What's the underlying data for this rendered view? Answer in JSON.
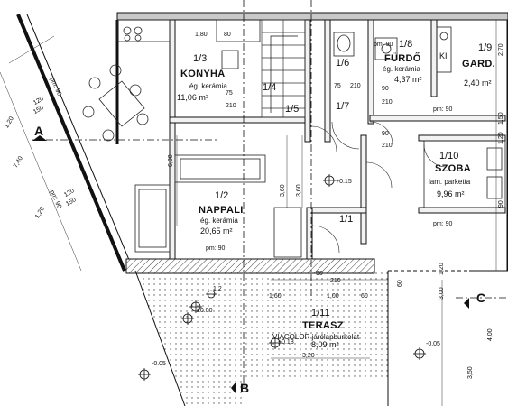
{
  "rooms": {
    "konyha": {
      "id": "1/3",
      "name": "KONYHA",
      "material": "ég. kerámia",
      "area": "11,06 m²"
    },
    "lepcso": {
      "id": "1/4"
    },
    "r15": {
      "id": "1/5"
    },
    "r16": {
      "id": "1/6"
    },
    "r17": {
      "id": "1/7"
    },
    "furdo": {
      "id": "1/8",
      "name": "FÜRDŐ",
      "material": "ég. kerámia",
      "area": "4,37 m²"
    },
    "gard": {
      "id": "1/9",
      "name": "GARD.",
      "area": "2,40 m²"
    },
    "szoba": {
      "id": "1/10",
      "name": "SZOBA",
      "material": "lam. parketta",
      "area": "9,96 m²"
    },
    "nappali": {
      "id": "1/2",
      "name": "NAPPALI",
      "material": "ég. kerámia",
      "area": "20,65 m²"
    },
    "r11": {
      "id": "1/1"
    },
    "terasz": {
      "id": "1/11",
      "name": "TERASZ",
      "material": "VIACOLOR járólapburkolat",
      "area": "8,09 m²"
    }
  },
  "fixtures": {
    "ki": "KI"
  },
  "sections": {
    "a": "A",
    "b": "B",
    "c": "C"
  },
  "levels": {
    "terrace_a": "±0.00",
    "terrace_b": "+0.13",
    "terrace_c": "-0.05",
    "hall": "+0.15",
    "garden": "-0.05"
  },
  "dims": {
    "top_180": "1,80",
    "top_80": "80",
    "v_75a": "75",
    "v_210a": "210",
    "v_75b": "75",
    "v_210b": "210",
    "v_90a": "90",
    "v_210c": "210",
    "v_90b": "90",
    "v_210d": "210",
    "pm90_a": "pm: 90",
    "pm90_b": "pm: 90",
    "pm90_c": "pm: 90",
    "pm90_d": "pm: 90",
    "pm90_e": "pm: 90",
    "pm90_f": "pm: 90",
    "t_160": "1,60",
    "t_100": "1,00",
    "t_60": "60",
    "t_320": "3,20",
    "t_90": "90",
    "t_210": "210",
    "t_a": "1,2",
    "d_120a": "120",
    "d_150a": "150",
    "d_120b": "120",
    "d_150b": "150",
    "d_120c": "1,20",
    "d_740": "7,40",
    "d_120d": "1,20",
    "v_600": "6,00",
    "v_360a": "3,60",
    "v_360b": "3,60",
    "r_400": "4,00",
    "r_150": "1,50",
    "r_120": "1,20",
    "r_270": "2,70",
    "r_90": "90",
    "r_350": "3,50",
    "r_300": "3,00",
    "r_120b": "1,20",
    "r_60": "60"
  }
}
